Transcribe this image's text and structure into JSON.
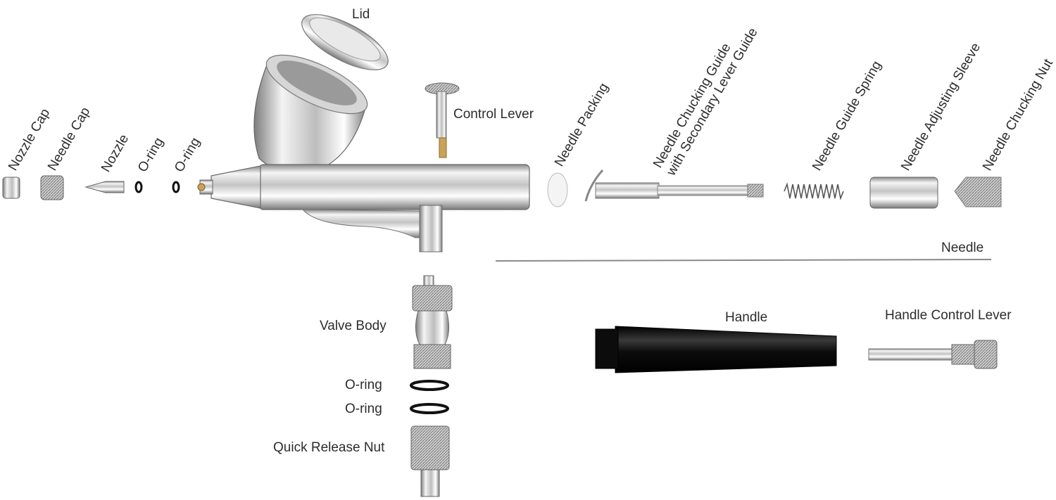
{
  "labels": {
    "lid": "Lid",
    "control_lever": "Control Lever",
    "nozzle_cap": "Nozzle Cap",
    "needle_cap": "Needle Cap",
    "nozzle": "Nozzle",
    "oring_1": "O-ring",
    "oring_2": "O-ring",
    "needle_packing": "Needle Packing",
    "chucking_guide_line1": "Needle Chucking Guide",
    "chucking_guide_line2": "with Secondary Lever Guide",
    "needle_guide_spring": "Needle Guide Spring",
    "needle_adjusting_sleeve": "Needle Adjusting Sleeve",
    "needle_chucking_nut": "Needle Chucking Nut",
    "needle": "Needle",
    "valve_body": "Valve Body",
    "oring_3": "O-ring",
    "oring_4": "O-ring",
    "quick_release_nut": "Quick Release Nut",
    "handle": "Handle",
    "handle_control_lever": "Handle Control Lever"
  },
  "colors": {
    "chrome_light": "#f2f2f2",
    "chrome_mid": "#b8b8b8",
    "chrome_dark": "#6e6e6e",
    "black_part": "#111111",
    "brass": "#c9a35a",
    "text": "#2d2d2d"
  }
}
